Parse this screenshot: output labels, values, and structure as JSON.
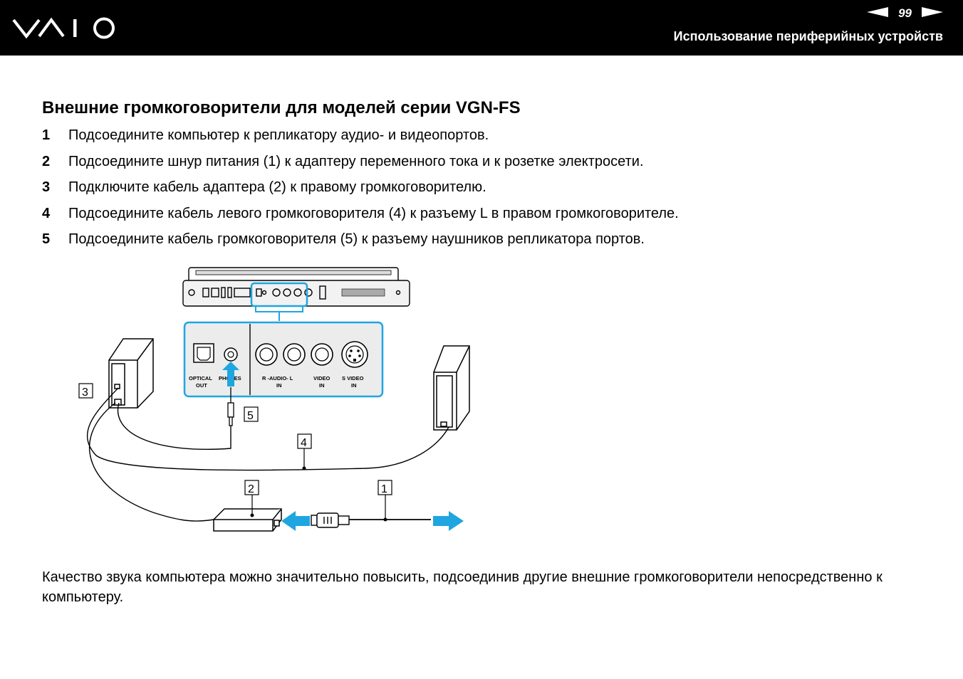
{
  "header": {
    "logo": "VAIO",
    "page_number": "99",
    "section_title": "Использование периферийных устройств",
    "prev_icon": "left-arrow-icon",
    "next_icon": "right-arrow-icon"
  },
  "heading": "Внешние громкоговорители для моделей серии VGN-FS",
  "steps": [
    {
      "num": "1",
      "text": "Подсоедините компьютер к репликатору аудио- и видеопортов."
    },
    {
      "num": "2",
      "text": "Подсоедините шнур питания (1) к адаптеру переменного тока и к розетке электросети."
    },
    {
      "num": "3",
      "text": "Подключите кабель адаптера (2) к правому громкоговорителю."
    },
    {
      "num": "4",
      "text": "Подсоедините кабель левого громкоговорителя (4) к разъему L в правом громкоговорителе."
    },
    {
      "num": "5",
      "text": "Подсоедините кабель громкоговорителя (5) к разъему наушников репликатора портов."
    }
  ],
  "diagram": {
    "port_labels": {
      "optical_line1": "OPTICAL",
      "optical_line2": "OUT",
      "phones": "PHONES",
      "audio_line1": "R -AUDIO- L",
      "audio_line2": "IN",
      "video_line1": "VIDEO",
      "video_line2": "IN",
      "svideo_line1": "S  VIDEO",
      "svideo_line2": "IN"
    },
    "callouts": {
      "c1": "1",
      "c2": "2",
      "c3": "3",
      "c4": "4",
      "c5": "5"
    },
    "accent_color": "#1fa6e0"
  },
  "footer": "Качество звука компьютера можно значительно повысить, подсоединив другие внешние громкоговорители непосредственно к компьютеру."
}
